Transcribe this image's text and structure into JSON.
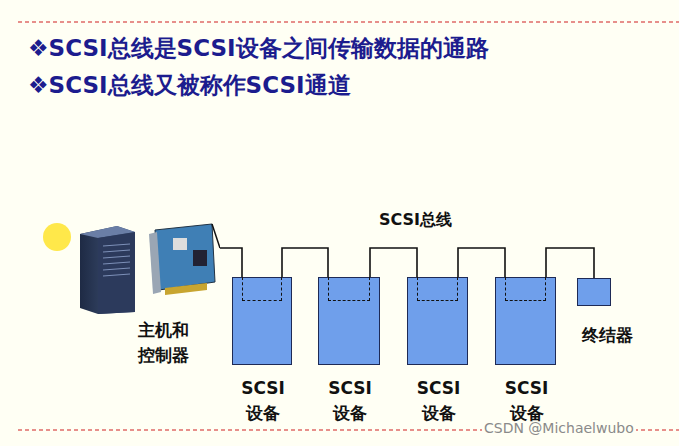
{
  "diagram": {
    "title": "❖SCSI总线是SCSI设备之间传输数据的通路",
    "nodes": [
      {
        "text": [
          "主机和 控制器"
        ]
      },
      {
        "text": [
          "SCSI 设备"
        ]
      },
      {
        "text": [
          "SCSI 设备"
        ]
      },
      {
        "text": [
          "SCSI 设备"
        ]
      },
      {
        "text": [
          "SCSI 设备"
        ]
      },
      {
        "text": [
          "终结器"
        ]
      }
    ],
    "edges": [
      {
        "from": 0,
        "to": 1,
        "arrow": "none"
      },
      {
        "from": 1,
        "to": 2,
        "arrow": "none"
      },
      {
        "from": 2,
        "to": 3,
        "arrow": "none"
      },
      {
        "from": 3,
        "to": 4,
        "arrow": "none"
      },
      {
        "from": 4,
        "to": 5,
        "arrow": "none"
      }
    ],
    "labels": [
      "❖SCSI总线又被称作SCSI通道",
      "SCSI总线",
      "CSDN @Michaelwubo"
    ]
  }
}
